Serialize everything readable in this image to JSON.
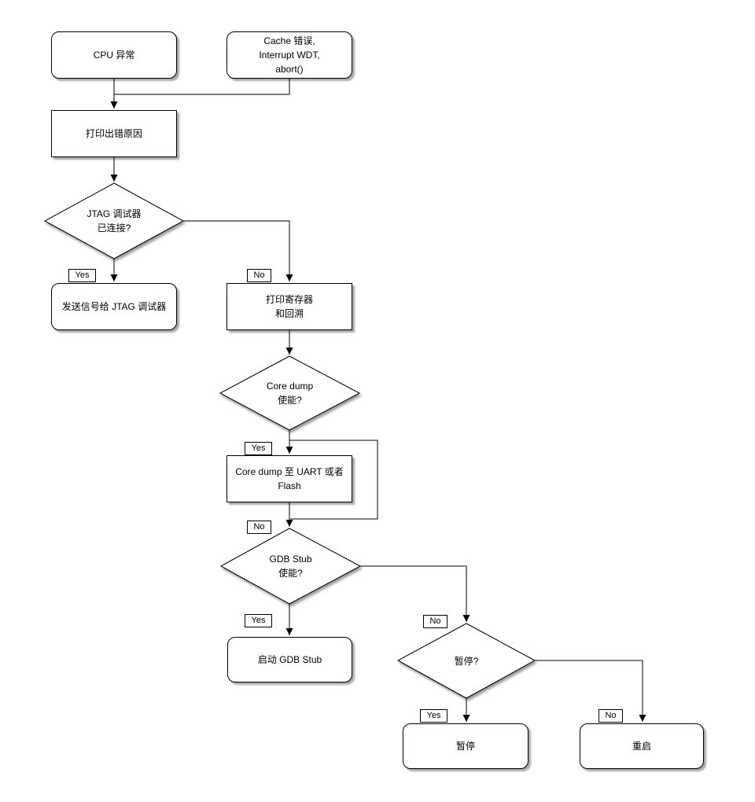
{
  "diagram": {
    "edge_labels": {
      "yes": "Yes",
      "no": "No"
    },
    "nodes": {
      "cpu_exception": {
        "label": "CPU 异常"
      },
      "cache_error": {
        "lines": [
          "Cache 错误,",
          "Interrupt WDT,",
          "abort()"
        ]
      },
      "print_cause": {
        "label": "打印出错原因"
      },
      "jtag_connected": {
        "lines": [
          "JTAG 调试器",
          "已连接?"
        ]
      },
      "send_signal_jtag": {
        "label": "发送信号给 JTAG 调试器"
      },
      "print_registers": {
        "lines": [
          "打印寄存器",
          "和回溯"
        ]
      },
      "coredump_enabled": {
        "lines": [
          "Core dump",
          "使能?"
        ]
      },
      "coredump_dest": {
        "label": "Core dump 至 UART 或者 Flash"
      },
      "gdbstub_enabled": {
        "lines": [
          "GDB Stub",
          "使能?"
        ]
      },
      "start_gdbstub": {
        "label": "启动 GDB Stub"
      },
      "halt_question": {
        "label": "暂停?"
      },
      "halt": {
        "label": "暂停"
      },
      "reboot": {
        "label": "重启"
      }
    },
    "colors": {
      "stroke": "#000000",
      "fill": "#ffffff"
    }
  }
}
